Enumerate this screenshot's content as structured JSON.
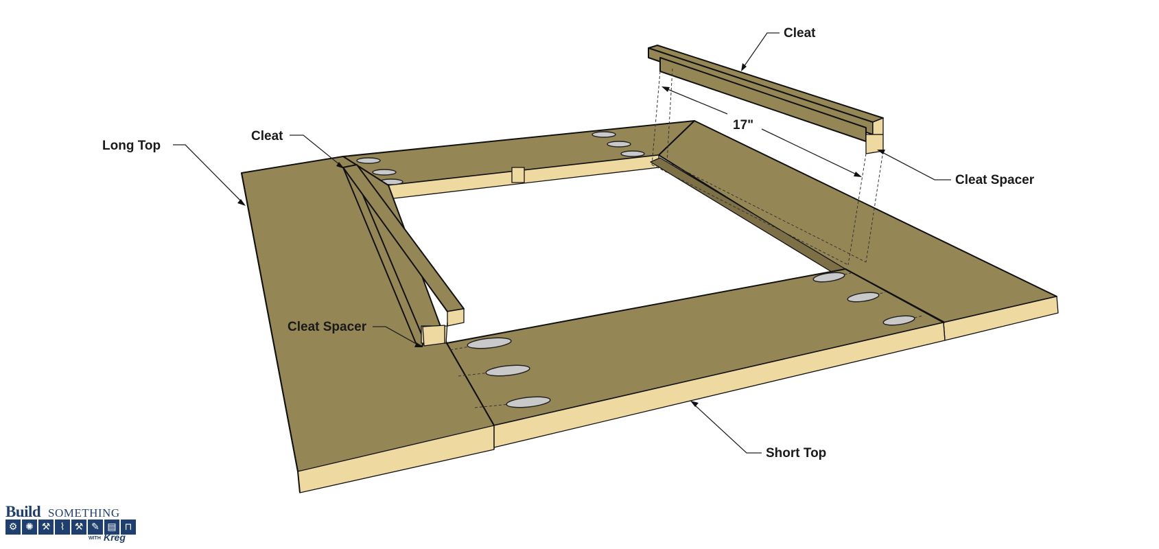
{
  "diagram": {
    "labels": {
      "cleat_top": "Cleat",
      "cleat_left": "Cleat",
      "long_top": "Long Top",
      "cleat_spacer_right": "Cleat Spacer",
      "cleat_spacer_left": "Cleat Spacer",
      "short_top": "Short Top",
      "dimension": "17\""
    },
    "colors": {
      "top_face": "#958656",
      "edge_face": "#eed9a0",
      "outline": "#111111",
      "pocket": "#c9c9c9"
    }
  },
  "logo": {
    "build": "Build",
    "something": "SOMETHING",
    "with": "WITH",
    "brand": "Kreg",
    "icons": [
      "gear-icon",
      "gear-icon",
      "drill-icon",
      "saw-icon",
      "hammer-icon",
      "brush-icon",
      "roller-icon",
      "clamp-icon"
    ]
  }
}
